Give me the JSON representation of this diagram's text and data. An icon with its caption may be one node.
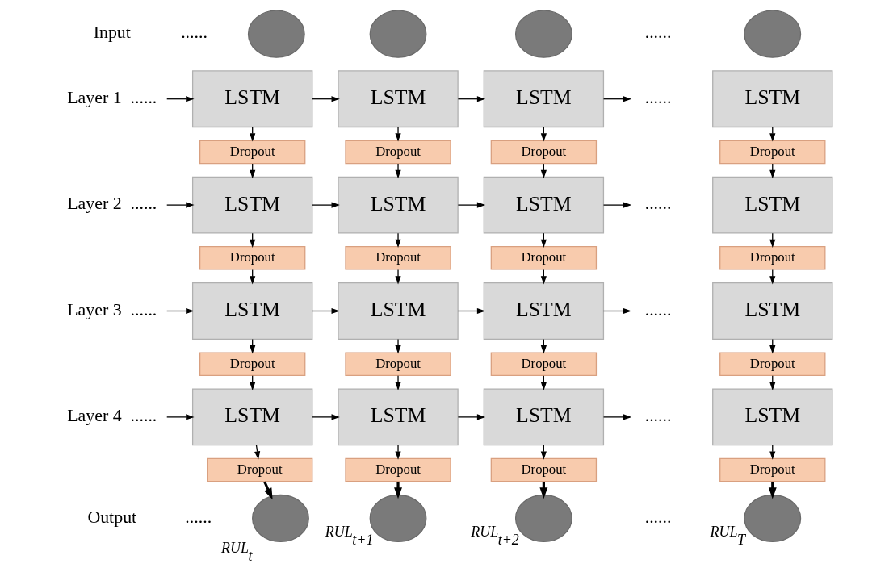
{
  "diagram": {
    "nodes": [
      {
        "text": [],
        "shape": "circle"
      },
      {
        "text": [],
        "shape": "circle"
      },
      {
        "text": [],
        "shape": "circle"
      },
      {
        "text": [],
        "shape": "circle"
      },
      {
        "text": [
          "Layer 1"
        ],
        "beside": [
          "......"
        ]
      },
      {
        "text": [
          "LSTM"
        ]
      },
      {
        "text": [
          "LSTM"
        ]
      },
      {
        "text": [
          "LSTM"
        ]
      },
      {
        "text": [
          "......"
        ]
      },
      {
        "text": [
          "LSTM"
        ]
      },
      {
        "text": [
          "Dropout"
        ]
      },
      {
        "text": [
          "Dropout"
        ]
      },
      {
        "text": [
          "Dropout"
        ]
      },
      {
        "text": [
          "Dropout"
        ]
      },
      {
        "text": [
          "Layer 2"
        ],
        "beside": [
          "......"
        ]
      },
      {
        "text": [
          "LSTM"
        ]
      },
      {
        "text": [
          "LSTM"
        ]
      },
      {
        "text": [
          "LSTM"
        ]
      },
      {
        "text": [
          "......"
        ]
      },
      {
        "text": [
          "LSTM"
        ]
      },
      {
        "text": [
          "Dropout"
        ]
      },
      {
        "text": [
          "Dropout"
        ]
      },
      {
        "text": [
          "Dropout"
        ]
      },
      {
        "text": [
          "Dropout"
        ]
      },
      {
        "text": [
          "Layer 3"
        ],
        "beside": [
          "......"
        ]
      },
      {
        "text": [
          "LSTM"
        ]
      },
      {
        "text": [
          "LSTM"
        ]
      },
      {
        "text": [
          "LSTM"
        ]
      },
      {
        "text": [
          "......"
        ]
      },
      {
        "text": [
          "LSTM"
        ]
      },
      {
        "text": [
          "Dropout"
        ]
      },
      {
        "text": [
          "Dropout"
        ]
      },
      {
        "text": [
          "Dropout"
        ]
      },
      {
        "text": [
          "Dropout"
        ]
      },
      {
        "text": [
          "Layer 4"
        ],
        "beside": [
          "......"
        ]
      },
      {
        "text": [
          "LSTM"
        ]
      },
      {
        "text": [
          "LSTM"
        ]
      },
      {
        "text": [
          "LSTM"
        ]
      },
      {
        "text": [
          "......"
        ]
      },
      {
        "text": [
          "LSTM"
        ]
      },
      {
        "text": [
          "Dropout"
        ]
      },
      {
        "text": [
          "Dropout"
        ]
      },
      {
        "text": [
          "Dropout"
        ]
      },
      {
        "text": [
          "Dropout"
        ]
      },
      {
        "text": [],
        "shape": "circle",
        "beside": [
          "RUL$_{t}$"
        ]
      },
      {
        "text": [],
        "shape": "circle",
        "beside": [
          "RUL$_{t+1}$"
        ]
      },
      {
        "text": [],
        "shape": "circle",
        "beside": [
          "RUL$_{t+2}$"
        ]
      },
      {
        "text": [],
        "shape": "circle",
        "beside": [
          "RUL$_{T}$"
        ]
      }
    ],
    "edges": [
      {
        "from": 4,
        "to": 5,
        "arrow": "to"
      },
      {
        "from": 5,
        "to": 6,
        "arrow": "to"
      },
      {
        "from": 6,
        "to": 7,
        "arrow": "to"
      },
      {
        "from": 7,
        "to": 8,
        "arrow": "to"
      },
      {
        "from": 5,
        "to": 10,
        "arrow": "to"
      },
      {
        "from": 6,
        "to": 11,
        "arrow": "to"
      },
      {
        "from": 7,
        "to": 12,
        "arrow": "to"
      },
      {
        "from": 9,
        "to": 13,
        "arrow": "to"
      },
      {
        "from": 10,
        "to": 15,
        "arrow": "to"
      },
      {
        "from": 11,
        "to": 16,
        "arrow": "to"
      },
      {
        "from": 12,
        "to": 17,
        "arrow": "to"
      },
      {
        "from": 13,
        "to": 19,
        "arrow": "to"
      },
      {
        "from": 14,
        "to": 15,
        "arrow": "to"
      },
      {
        "from": 15,
        "to": 16,
        "arrow": "to"
      },
      {
        "from": 16,
        "to": 17,
        "arrow": "to"
      },
      {
        "from": 17,
        "to": 18,
        "arrow": "to"
      },
      {
        "from": 15,
        "to": 20,
        "arrow": "to"
      },
      {
        "from": 16,
        "to": 21,
        "arrow": "to"
      },
      {
        "from": 17,
        "to": 22,
        "arrow": "to"
      },
      {
        "from": 19,
        "to": 23,
        "arrow": "to"
      },
      {
        "from": 20,
        "to": 25,
        "arrow": "to"
      },
      {
        "from": 21,
        "to": 26,
        "arrow": "to"
      },
      {
        "from": 22,
        "to": 27,
        "arrow": "to"
      },
      {
        "from": 23,
        "to": 29,
        "arrow": "to"
      },
      {
        "from": 24,
        "to": 25,
        "arrow": "to"
      },
      {
        "from": 25,
        "to": 26,
        "arrow": "to"
      },
      {
        "from": 26,
        "to": 27,
        "arrow": "to"
      },
      {
        "from": 27,
        "to": 28,
        "arrow": "to"
      },
      {
        "from": 25,
        "to": 30,
        "arrow": "to"
      },
      {
        "from": 26,
        "to": 31,
        "arrow": "to"
      },
      {
        "from": 27,
        "to": 32,
        "arrow": "to"
      },
      {
        "from": 29,
        "to": 33,
        "arrow": "to"
      },
      {
        "from": 30,
        "to": 35,
        "arrow": "to"
      },
      {
        "from": 31,
        "to": 36,
        "arrow": "to"
      },
      {
        "from": 32,
        "to": 37,
        "arrow": "to"
      },
      {
        "from": 33,
        "to": 39,
        "arrow": "to"
      },
      {
        "from": 34,
        "to": 35,
        "arrow": "to"
      },
      {
        "from": 35,
        "to": 36,
        "arrow": "to"
      },
      {
        "from": 36,
        "to": 37,
        "arrow": "to"
      },
      {
        "from": 37,
        "to": 38,
        "arrow": "to"
      },
      {
        "from": 35,
        "to": 40,
        "arrow": "to"
      },
      {
        "from": 36,
        "to": 41,
        "arrow": "to"
      },
      {
        "from": 37,
        "to": 42,
        "arrow": "to"
      },
      {
        "from": 39,
        "to": 43,
        "arrow": "to"
      },
      {
        "from": 40,
        "to": 44,
        "arrow": "to",
        "style": "thick"
      },
      {
        "from": 41,
        "to": 45,
        "arrow": "to",
        "style": "thick"
      },
      {
        "from": 42,
        "to": 46,
        "arrow": "to",
        "style": "thick"
      },
      {
        "from": 43,
        "to": 47,
        "arrow": "to",
        "style": "thick"
      }
    ],
    "labels": [
      "Input",
      "......",
      "......",
      "Output",
      "......",
      "......"
    ]
  }
}
